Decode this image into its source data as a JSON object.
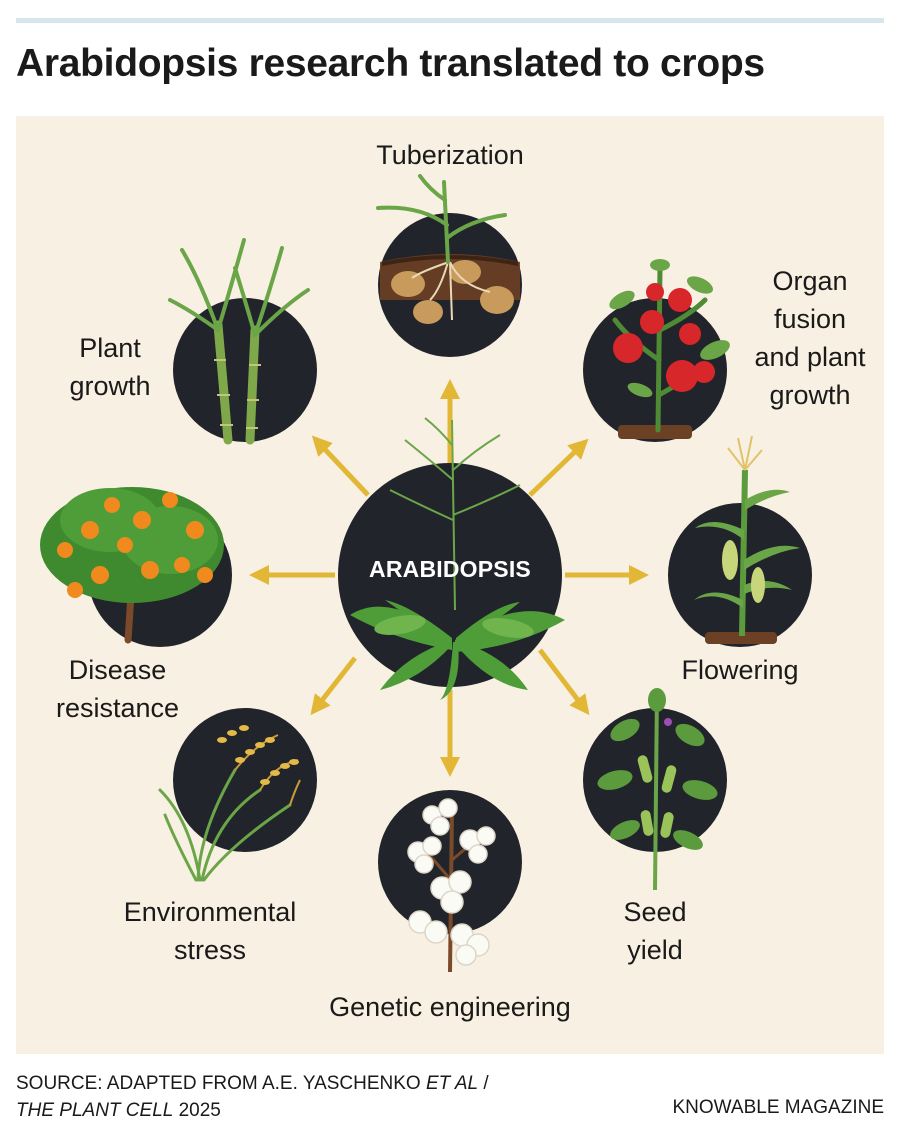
{
  "title": "Arabidopsis research translated to crops",
  "center": {
    "label": "ARABIDOPSIS"
  },
  "nodes": {
    "tuberization": {
      "label": "Tuberization"
    },
    "organ_fusion": {
      "line1": "Organ",
      "line2": "fusion",
      "line3": "and plant",
      "line4": "growth"
    },
    "flowering": {
      "label": "Flowering"
    },
    "seed_yield": {
      "line1": "Seed",
      "line2": "yield"
    },
    "genetic_engineering": {
      "label": "Genetic engineering"
    },
    "environmental_stress": {
      "line1": "Environmental",
      "line2": "stress"
    },
    "disease_resistance": {
      "line1": "Disease",
      "line2": "resistance"
    },
    "plant_growth": {
      "line1": "Plant",
      "line2": "growth"
    }
  },
  "source": {
    "prefix": "SOURCE: ADAPTED FROM A.E. YASCHENKO ",
    "etal": "ET AL",
    "slash": " /",
    "journal": "THE PLANT CELL",
    "year": " 2025"
  },
  "credit": "KNOWABLE MAGAZINE",
  "colors": {
    "panel": "#f8f0e2",
    "circle": "#22242b",
    "arrow": "#e1b735",
    "leaf": "#6aa648",
    "soil": "#6b4024"
  }
}
